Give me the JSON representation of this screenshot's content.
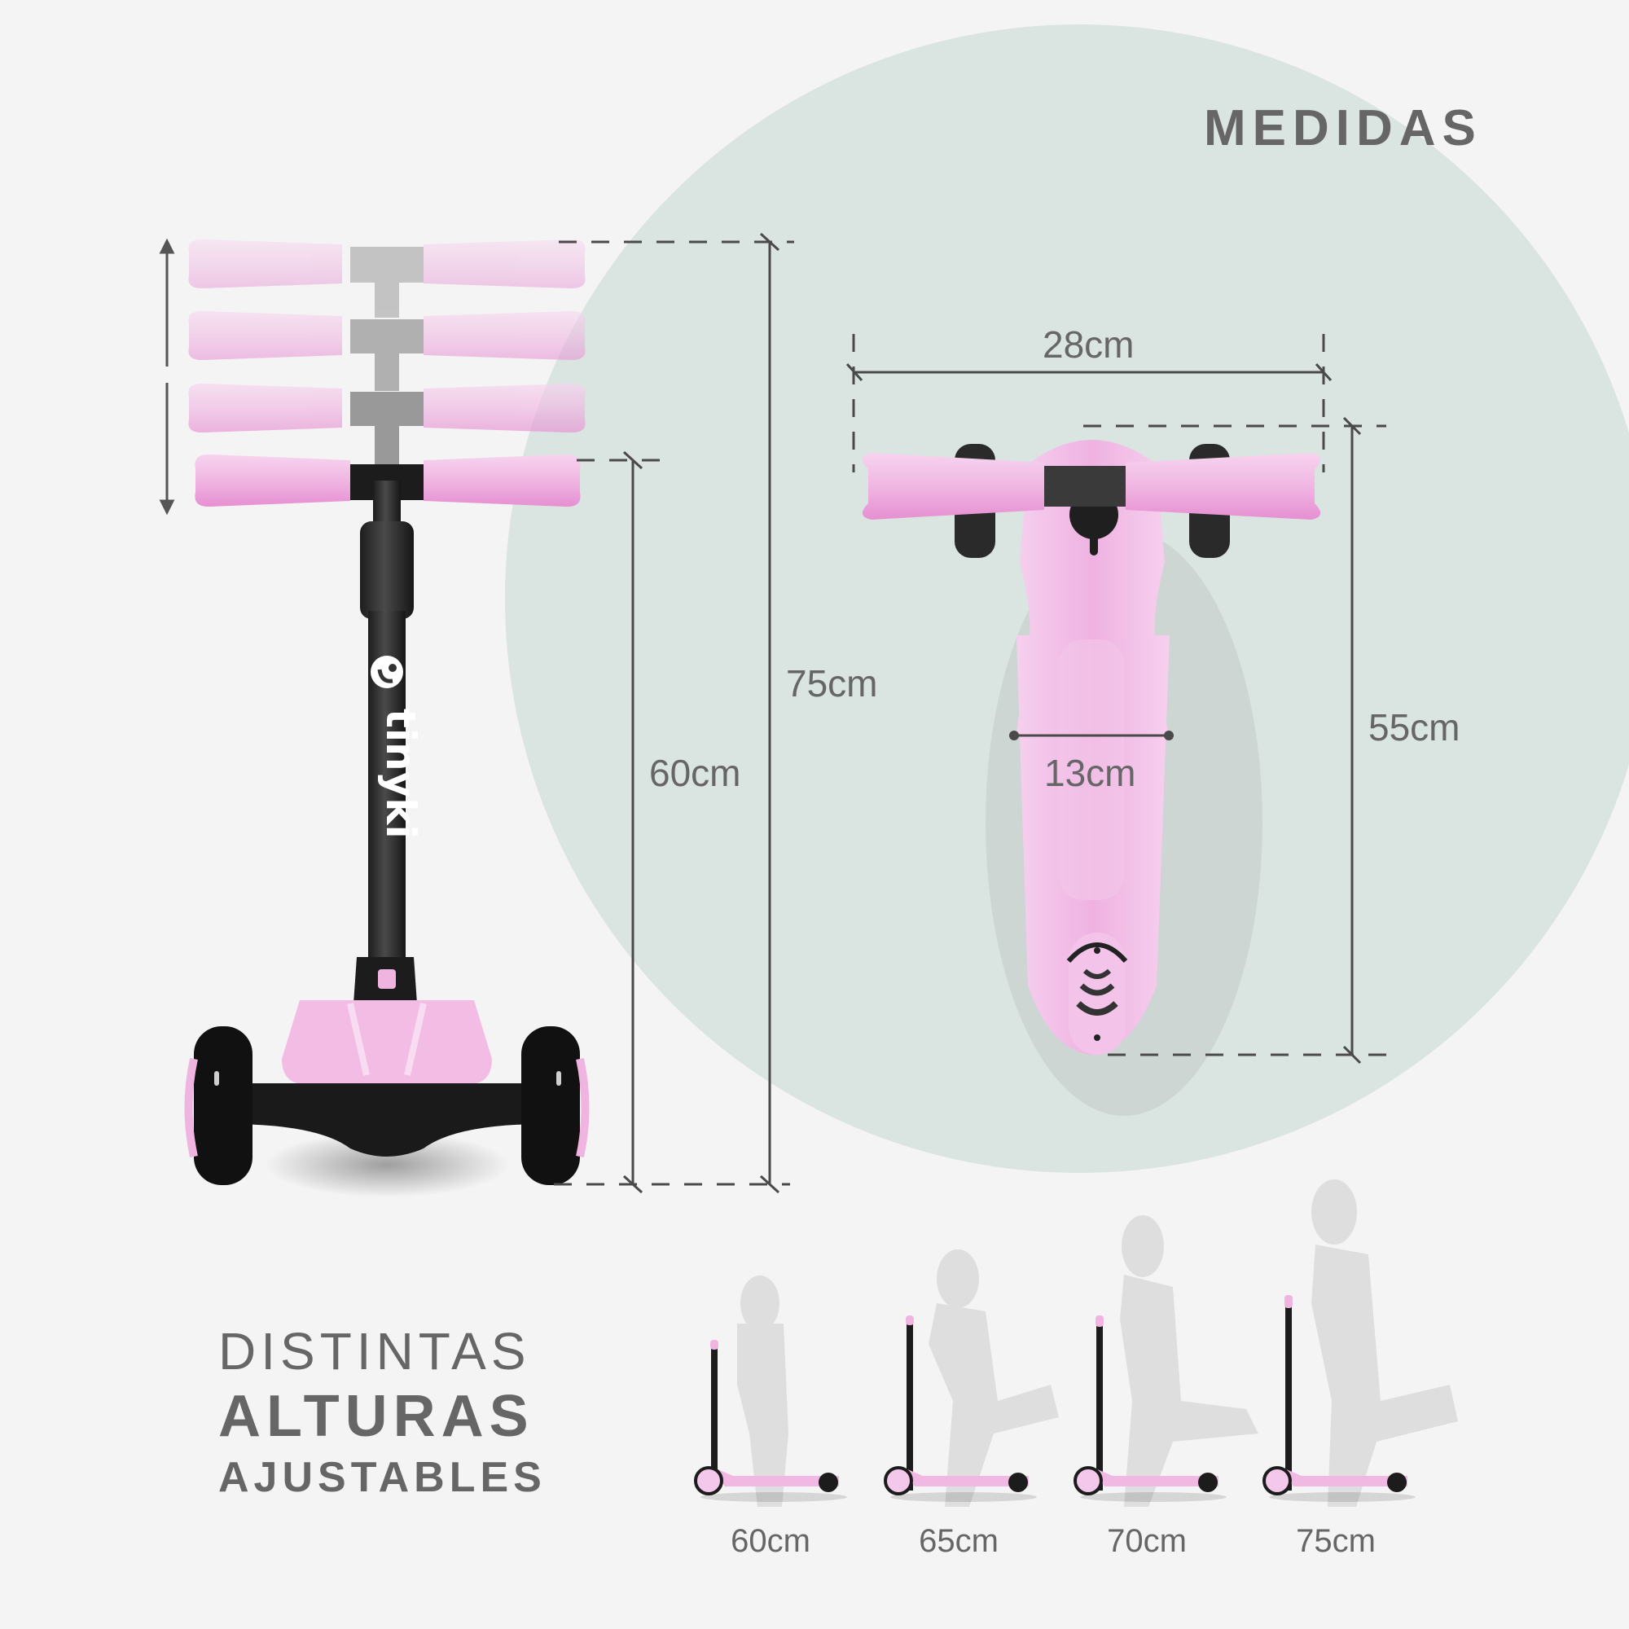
{
  "header": {
    "title": "MEDIDAS"
  },
  "colors": {
    "background": "#f4f4f4",
    "circle": "#dae4e1",
    "text": "#666666",
    "line": "#4a4a4a",
    "pink": "#f0b4e0",
    "pink_light": "#f6d3ee",
    "black": "#1a1a1a"
  },
  "front_view": {
    "brand": "tinyki",
    "handlebar_positions": 4,
    "dimensions": {
      "max_height": "75cm",
      "min_height": "60cm"
    }
  },
  "top_view": {
    "dimensions": {
      "handlebar_width": "28cm",
      "deck_width": "13cm",
      "length": "55cm"
    }
  },
  "tagline": {
    "line1": "DISTINTAS",
    "line2": "ALTURAS",
    "line3": "AJUSTABLES"
  },
  "height_options": [
    {
      "label": "60cm"
    },
    {
      "label": "65cm"
    },
    {
      "label": "70cm"
    },
    {
      "label": "75cm"
    }
  ]
}
